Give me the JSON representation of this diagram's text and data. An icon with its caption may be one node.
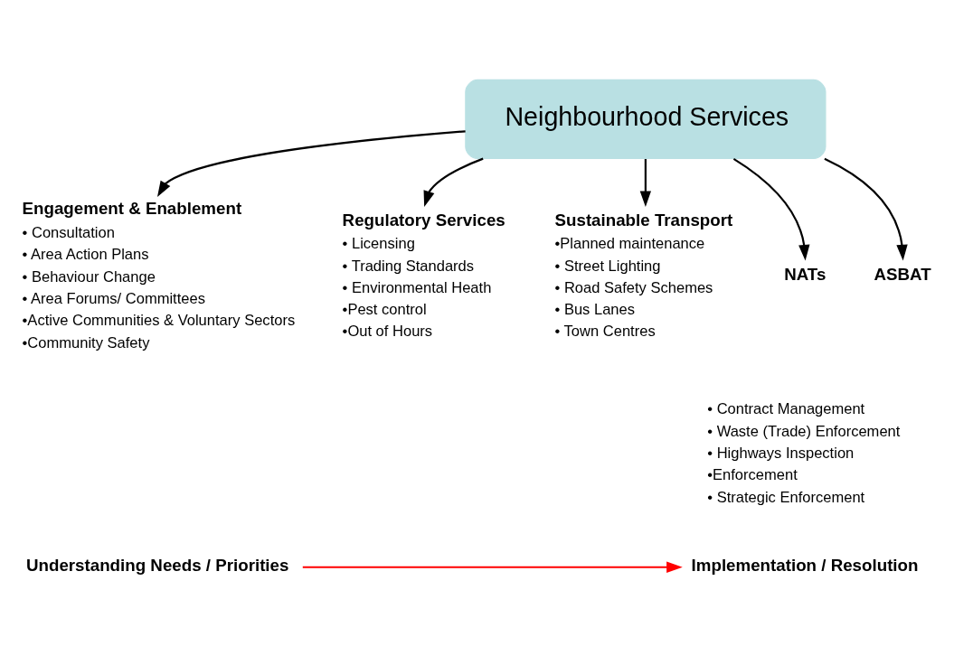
{
  "diagram": {
    "nodes": [
      {
        "text": [
          "Neighbourhood Services"
        ]
      },
      {
        "text": [
          "Engagement & Enablement",
          "• Consultation",
          "• Area Action Plans",
          "• Behaviour Change",
          "• Area Forums/ Committees",
          "•Active Communities & Voluntary Sectors",
          "•Community Safety"
        ]
      },
      {
        "text": [
          "Regulatory Services",
          "• Licensing",
          "• Trading Standards",
          "• Environmental Heath",
          "•Pest control",
          "•Out of Hours"
        ]
      },
      {
        "text": [
          "Sustainable Transport",
          "•Planned maintenance",
          "• Street Lighting",
          "• Road Safety Schemes",
          "• Bus Lanes",
          "• Town Centres"
        ]
      },
      {
        "text": [
          "NATs"
        ]
      },
      {
        "text": [
          "ASBAT"
        ]
      },
      {
        "text": [
          "Understanding Needs / Priorities"
        ]
      },
      {
        "text": [
          "Implementation / Resolution"
        ]
      }
    ],
    "edges": [
      {
        "from": 0,
        "to": 1,
        "arrow": "to"
      },
      {
        "from": 0,
        "to": 2,
        "arrow": "to"
      },
      {
        "from": 0,
        "to": 3,
        "arrow": "to"
      },
      {
        "from": 0,
        "to": 4,
        "arrow": "to"
      },
      {
        "from": 0,
        "to": 5,
        "arrow": "to"
      },
      {
        "from": 6,
        "to": 7,
        "arrow": "to",
        "color": "#ff0000"
      }
    ],
    "labels": [
      "• Contract Management",
      "• Waste (Trade) Enforcement",
      "• Highways Inspection",
      "•Enforcement",
      "• Strategic Enforcement"
    ]
  }
}
